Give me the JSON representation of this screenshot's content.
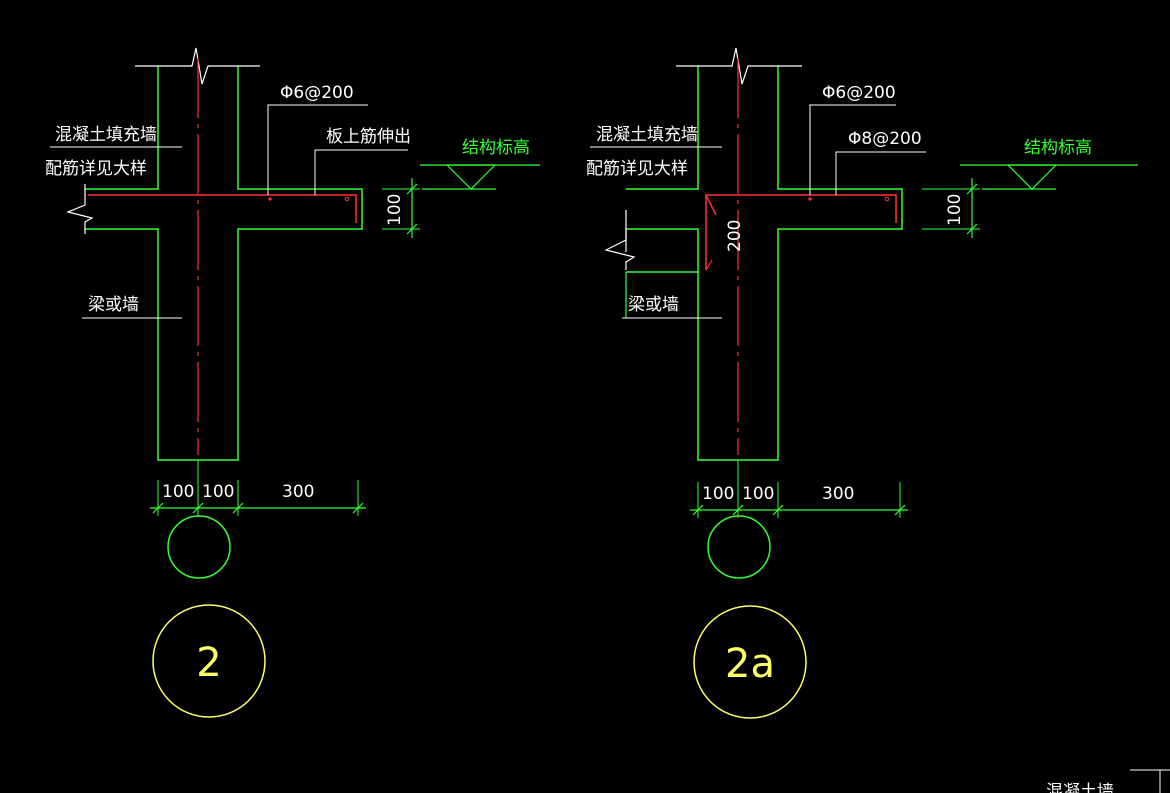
{
  "colors": {
    "background": "#000000",
    "concrete_outline": "#33ff33",
    "rebar": "#ff3333",
    "leader_lines": "#ffffff",
    "section_marks": "#ffff66"
  },
  "detail_2": {
    "label_infill_wall": "混凝土填充墙",
    "label_reinf_note": "配筋详见大样",
    "label_beam_or_wall": "梁或墙",
    "label_top_bar": "Φ6@200",
    "label_slab_extension": "板上筋伸出",
    "label_struct_elev": "结构标高",
    "dim_slab": "100",
    "dims_bottom": [
      "100",
      "100",
      "300"
    ],
    "mark": "2"
  },
  "detail_2a": {
    "label_infill_wall": "混凝土填充墙",
    "label_reinf_note": "配筋详见大样",
    "label_beam_or_wall": "梁或墙",
    "label_top_bar": "Φ6@200",
    "label_slab_bar": "Φ8@200",
    "label_struct_elev": "结构标高",
    "dim_slab": "100",
    "dim_bend": "200",
    "dims_bottom": [
      "100",
      "100",
      "300"
    ],
    "mark": "2a"
  },
  "corner_text": "混凝土墙"
}
